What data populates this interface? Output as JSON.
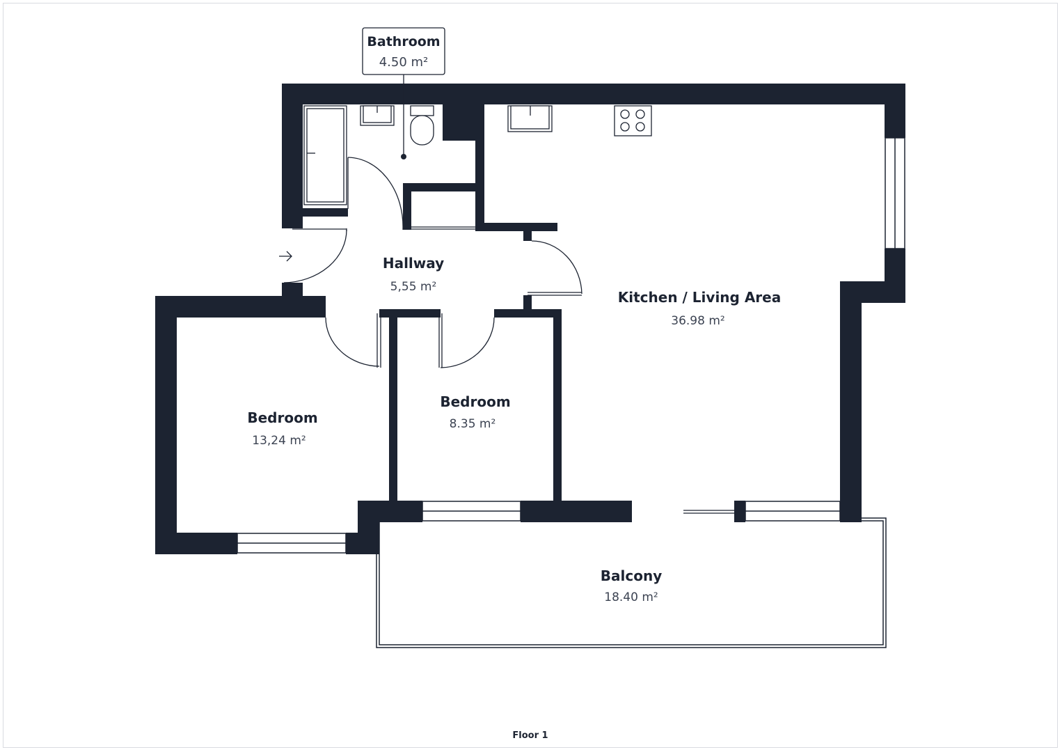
{
  "floor_label": "Floor 1",
  "colors": {
    "wall": "#1c2331",
    "line": "#1c2331",
    "background": "#ffffff"
  },
  "rooms": {
    "bathroom": {
      "name": "Bathroom",
      "area": "4.50 m²"
    },
    "hallway": {
      "name": "Hallway",
      "area": "5,55 m²"
    },
    "kitchen": {
      "name": "Kitchen / Living Area",
      "area": "36.98 m²"
    },
    "bedroom_large": {
      "name": "Bedroom",
      "area": "13,24 m²"
    },
    "bedroom_small": {
      "name": "Bedroom",
      "area": "8.35 m²"
    },
    "balcony": {
      "name": "Balcony",
      "area": "18.40 m²"
    }
  },
  "icons": [
    "entrance-arrow-icon",
    "bathtub-icon",
    "sink-icon",
    "toilet-icon",
    "stove-icon"
  ]
}
